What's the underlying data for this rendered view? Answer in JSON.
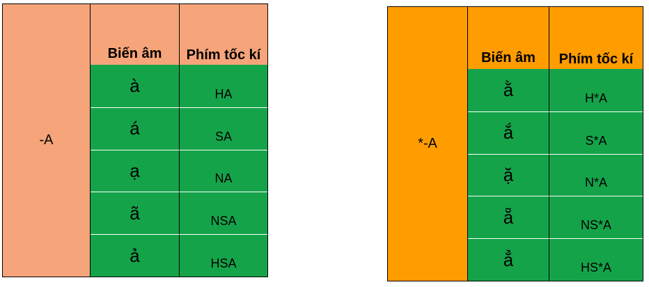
{
  "tables": [
    {
      "group_label": "-A",
      "header_variant": "Biến âm",
      "header_key": "Phím tốc kí",
      "rows": [
        {
          "variant": "à",
          "key": "HA"
        },
        {
          "variant": "á",
          "key": "SA"
        },
        {
          "variant": "ạ",
          "key": "NA"
        },
        {
          "variant": "ã",
          "key": "NSA"
        },
        {
          "variant": "ả",
          "key": "HSA"
        }
      ],
      "colors": {
        "header": "#f6a47a",
        "body": "#15a34a"
      }
    },
    {
      "group_label": "*-A",
      "header_variant": "Biến âm",
      "header_key": "Phím tốc kí",
      "rows": [
        {
          "variant": "ằ",
          "key": "H*A"
        },
        {
          "variant": "ắ",
          "key": "S*A"
        },
        {
          "variant": "ặ",
          "key": "N*A"
        },
        {
          "variant": "ẵ",
          "key": "NS*A"
        },
        {
          "variant": "ẳ",
          "key": "HS*A"
        }
      ],
      "colors": {
        "header": "#ff9c00",
        "body": "#15a34a"
      }
    }
  ]
}
